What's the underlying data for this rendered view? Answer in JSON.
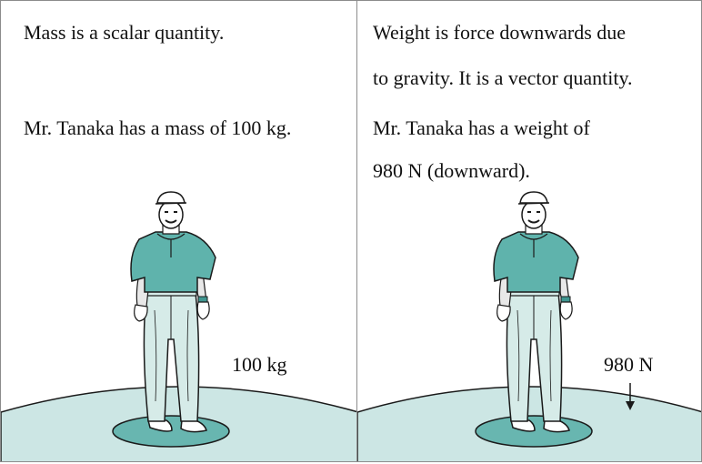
{
  "colors": {
    "shirt": "#5fb3ac",
    "shirt_shadow": "#3f9690",
    "pants": "#d6ebe8",
    "ground": "#cce6e4",
    "ground_spot": "#68b6b0",
    "outline": "#1a1a1a",
    "border": "#8c8c8c"
  },
  "mass_panel": {
    "line1": "Mass is a scalar quantity.",
    "line2": "Mr. Tanaka has a mass of 100 kg.",
    "label": "100 kg"
  },
  "weight_panel": {
    "line1a": "Weight is force downwards due",
    "line1b": "to gravity. It is a vector quantity.",
    "line2a": "Mr. Tanaka has a weight of",
    "line2b": "980 N (downward).",
    "label": "980 N",
    "arrow_icon": "down-arrow-icon"
  }
}
